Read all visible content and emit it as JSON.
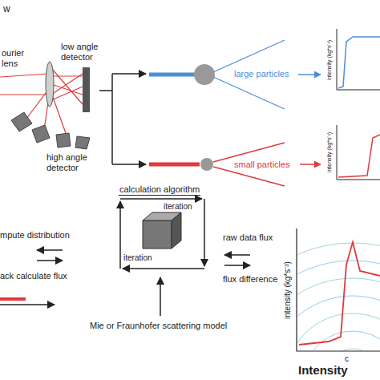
{
  "diagram": {
    "nodes": [
      {
        "text": [
          "calculation algorithm"
        ]
      }
    ],
    "labels": [
      "w",
      "ourier lens",
      "low angle detector",
      "high angle detector",
      "large particles",
      "intensity (kg*s⁻³)",
      "small particles",
      "intensity (kg*s⁻³)",
      "mpute distribution",
      "ack calculate flux",
      "iteration",
      "iteration",
      "raw data flux",
      "flux difference",
      "Mie or Fraunhofer scattering model",
      "intensity (kg*s⁻³)",
      "c",
      "Intensity"
    ]
  }
}
